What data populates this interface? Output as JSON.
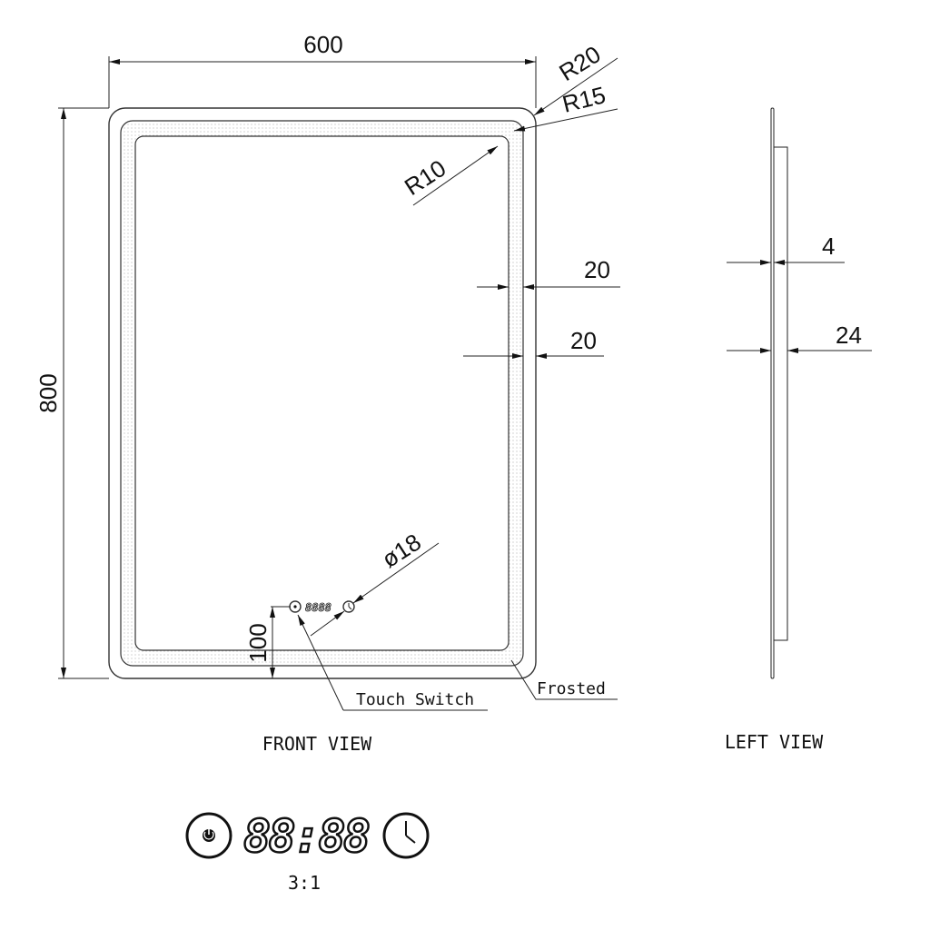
{
  "front_view": {
    "title": "FRONT VIEW",
    "width_dim": "600",
    "height_dim": "800",
    "radius_outer": "R20",
    "radius_mid": "R15",
    "radius_inner": "R10",
    "frost_offset_1": "20",
    "frost_offset_2": "20",
    "switch_diameter": "ø18",
    "switch_height": "100",
    "touch_switch_label": "Touch Switch",
    "frosted_label": "Frosted",
    "mini_display": "8888"
  },
  "left_view": {
    "title": "LEFT VIEW",
    "glass_thickness": "4",
    "total_depth": "24"
  },
  "detail": {
    "display": "88:88",
    "scale": "3:1"
  }
}
